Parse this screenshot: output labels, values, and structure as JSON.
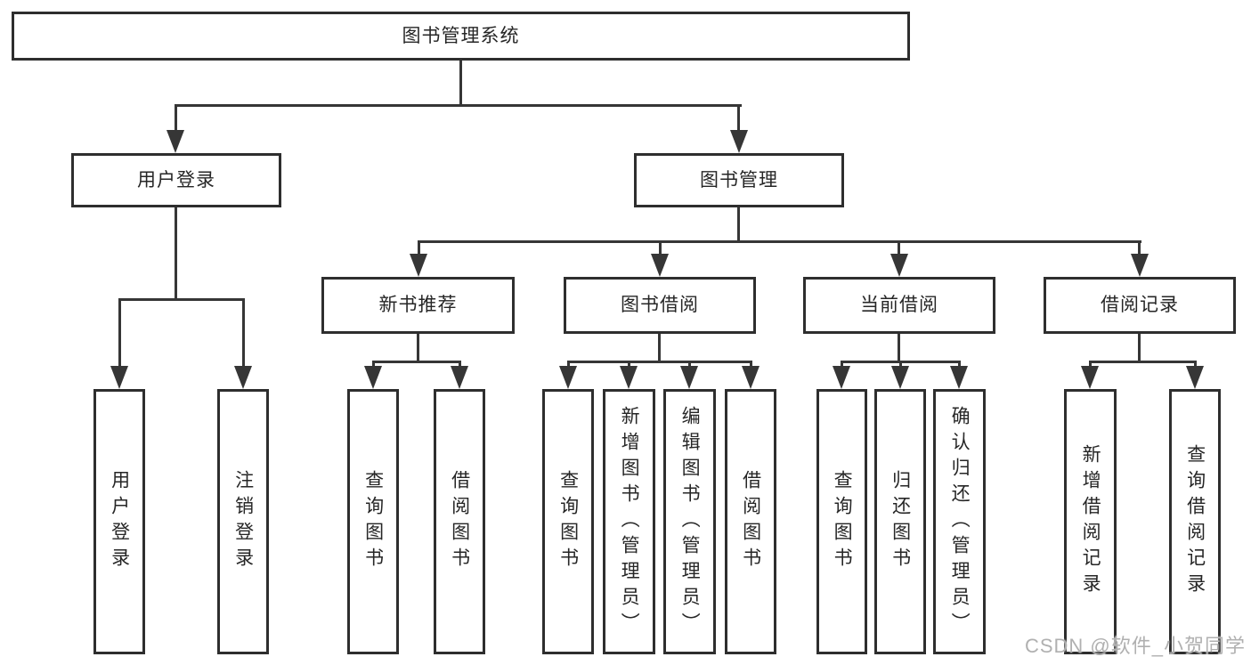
{
  "diagram": {
    "type": "hierarchy-tree",
    "nodes": {
      "root": "图书管理系统",
      "level2": [
        {
          "label": "用户登录"
        },
        {
          "label": "图书管理"
        }
      ],
      "level3": [
        {
          "label": "新书推荐"
        },
        {
          "label": "图书借阅"
        },
        {
          "label": "当前借阅"
        },
        {
          "label": "借阅记录"
        }
      ],
      "leaves": {
        "login": [
          "用户登录",
          "注销登录"
        ],
        "recommend": [
          "查询图书",
          "借阅图书"
        ],
        "borrow": [
          "查询图书",
          "新增图书（管理员）",
          "编辑图书（管理员）",
          "借阅图书"
        ],
        "current": [
          "查询图书",
          "归还图书",
          "确认归还（管理员）"
        ],
        "records": [
          "新增借阅记录",
          "查询借阅记录"
        ]
      }
    },
    "colors": {
      "line": "#363636",
      "box_border": "#2e2e2e",
      "box_fill": "#ffffff",
      "text": "#262626",
      "watermark": "#b0b0b0",
      "background": "#ffffff"
    }
  },
  "watermark": {
    "text": "CSDN @软件_小贺同学"
  }
}
